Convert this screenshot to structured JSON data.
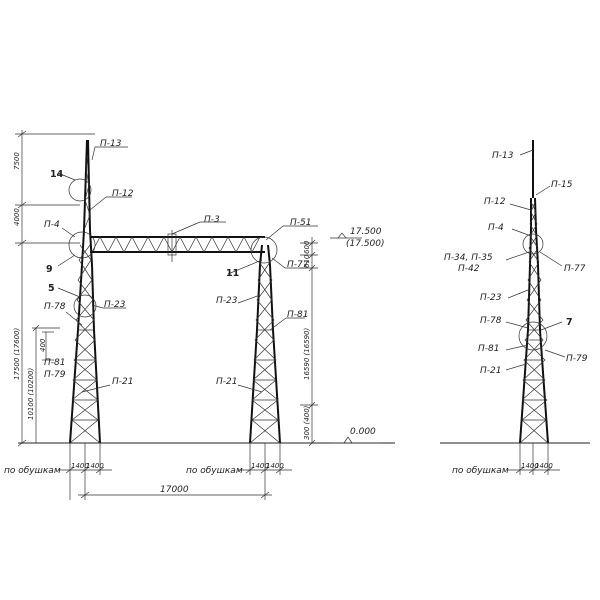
{
  "front": {
    "labels": {
      "p13": "П-13",
      "c14": "14",
      "p12": "П-12",
      "p4": "П-4",
      "p3": "П-3",
      "p51": "П-51",
      "c9": "9",
      "c11": "11",
      "p77": "П-77",
      "c5": "5",
      "p23a": "П-23",
      "p23b": "П-23",
      "p78": "П-78",
      "p81a": "П-81",
      "p81b": "П-81",
      "p79": "П-79",
      "p21a": "П-21",
      "p21b": "П-21"
    },
    "elevations": {
      "e17500": "17.500",
      "e17500b": "(17.500)",
      "e0": "0.000"
    },
    "dimensions": {
      "d7500": "7500",
      "d4000": "4000",
      "d17500": "17500 (17600)",
      "d10100": "10100 (10200)",
      "d400": "400",
      "d600": "600",
      "d610": "610",
      "d16590": "16590 (16590)",
      "d300": "300 (400)",
      "d17000": "17000",
      "d1400a": "1400",
      "d1400b": "1400",
      "d1400c": "1400",
      "d1400d": "1400"
    },
    "footer": {
      "f1": "по обушкам",
      "f2": "по обушкам"
    }
  },
  "side": {
    "labels": {
      "p13": "П-13",
      "p15": "П-15",
      "p12": "П-12",
      "p4": "П-4",
      "p3435": "П-34, П-35",
      "p42": "П-42",
      "p77": "П-77",
      "p23": "П-23",
      "p78": "П-78",
      "c7": "7",
      "p81": "П-81",
      "p79": "П-79",
      "p21": "П-21"
    },
    "dimensions": {
      "d1400a": "1400",
      "d1400b": "1400"
    },
    "footer": {
      "f3": "по обушкам"
    }
  }
}
